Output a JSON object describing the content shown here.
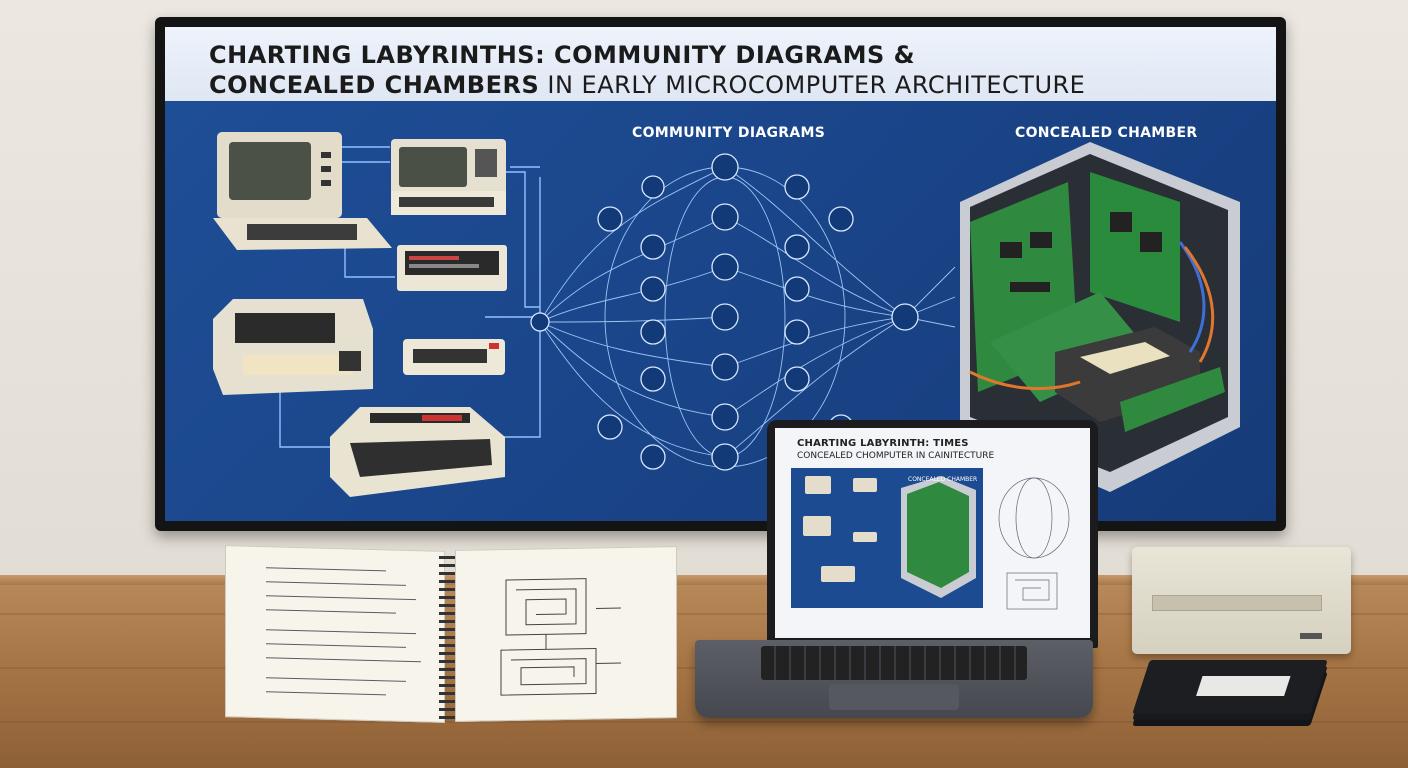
{
  "presentation": {
    "title_line_1": "CHARTING LABYRINTHS: COMMUNITY DIAGRAMS &",
    "title_line_2_bold": "CONCEALED CHAMBERS",
    "title_line_2_rest": " IN EARLY MICROCOMPUTER ARCHITECTURE",
    "section_community": "COMMUNITY DIAGRAMS",
    "section_chamber": "CONCEALED CHAMBER"
  },
  "laptop": {
    "title": "CHARTING LABYRINTH: TIMES",
    "subtitle": "CONCEALED CHOMPUTER IN CAINITECTURE",
    "panel_label": "CONCEALED CHAMBER"
  },
  "colors": {
    "screen_blue": "#1a4488",
    "title_bar": "#e6edf8",
    "desk_wood": "#a77646"
  }
}
